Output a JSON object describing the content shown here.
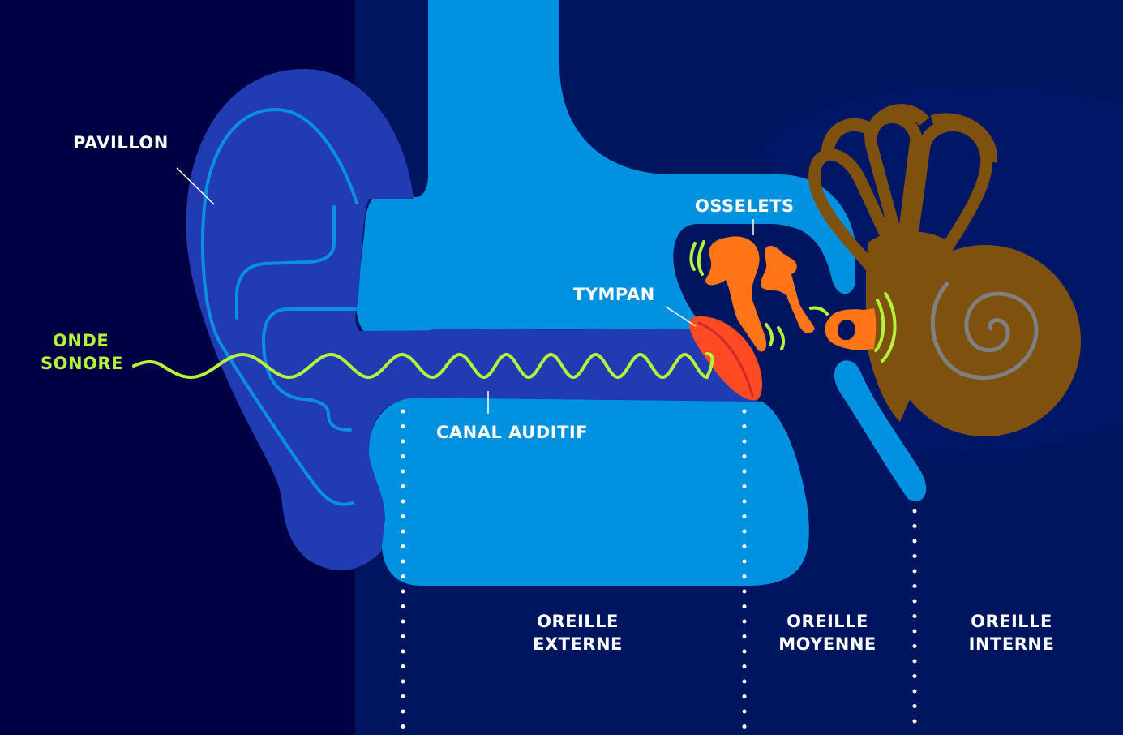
{
  "title": "Anatomie de l'oreille",
  "labels": {
    "pavillon": "PAVILLON",
    "onde_line1": "ONDE",
    "onde_line2": "SONORE",
    "canal": "CANAL AUDITIF",
    "tympan": "TYMPAN",
    "osselets": "OSSELETS"
  },
  "sections": [
    {
      "line1": "OREILLE",
      "line2": "EXTERNE"
    },
    {
      "line1": "OREILLE",
      "line2": "MOYENNE"
    },
    {
      "line1": "OREILLE",
      "line2": "INTERNE"
    }
  ],
  "colors": {
    "background_left": "#000044",
    "background_right": "#001560",
    "outer_ear": "#213bb3",
    "skull": "#0092e0",
    "ear_contour": "#0b8fe0",
    "sound_wave": "#b5f23a",
    "eardrum": "#ff4a24",
    "ossicles": "#ff7518",
    "cochlea": "#7e510e",
    "spiral": "#808080",
    "text": "#ffffff"
  }
}
